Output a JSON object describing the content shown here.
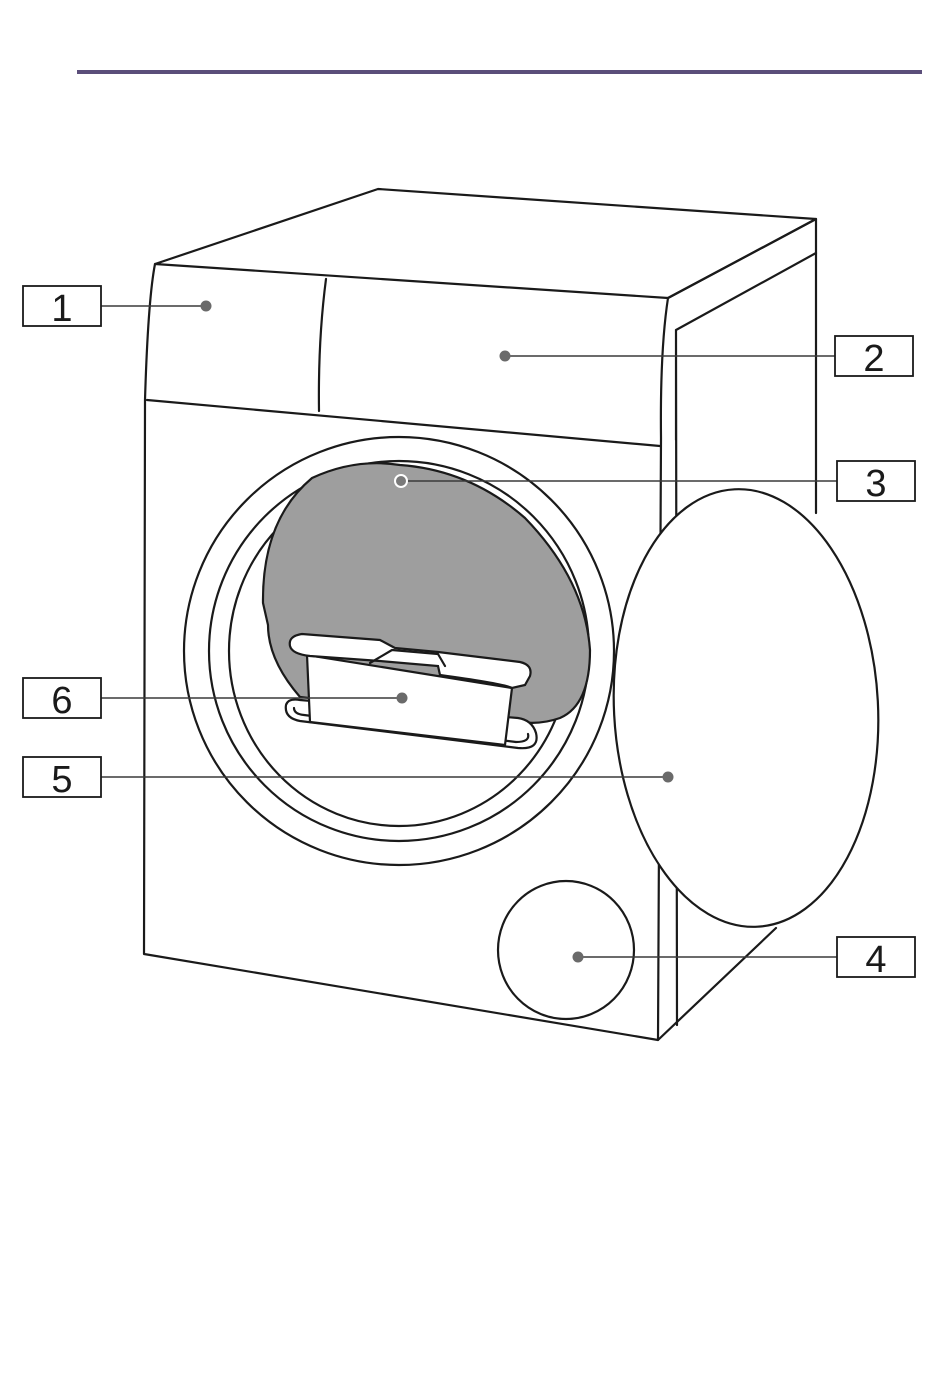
{
  "colors": {
    "header_rule": "#5b4e7a",
    "outline": "#1a1a1a",
    "drum_fill": "#9e9e9e",
    "leader_dot": "#6a6a6a"
  },
  "callouts": [
    {
      "number": "1",
      "part": "control-panel"
    },
    {
      "number": "2",
      "part": "top-cover"
    },
    {
      "number": "3",
      "part": "drum"
    },
    {
      "number": "4",
      "part": "heat-exchanger-cover"
    },
    {
      "number": "5",
      "part": "door"
    },
    {
      "number": "6",
      "part": "fluff-filter"
    }
  ]
}
